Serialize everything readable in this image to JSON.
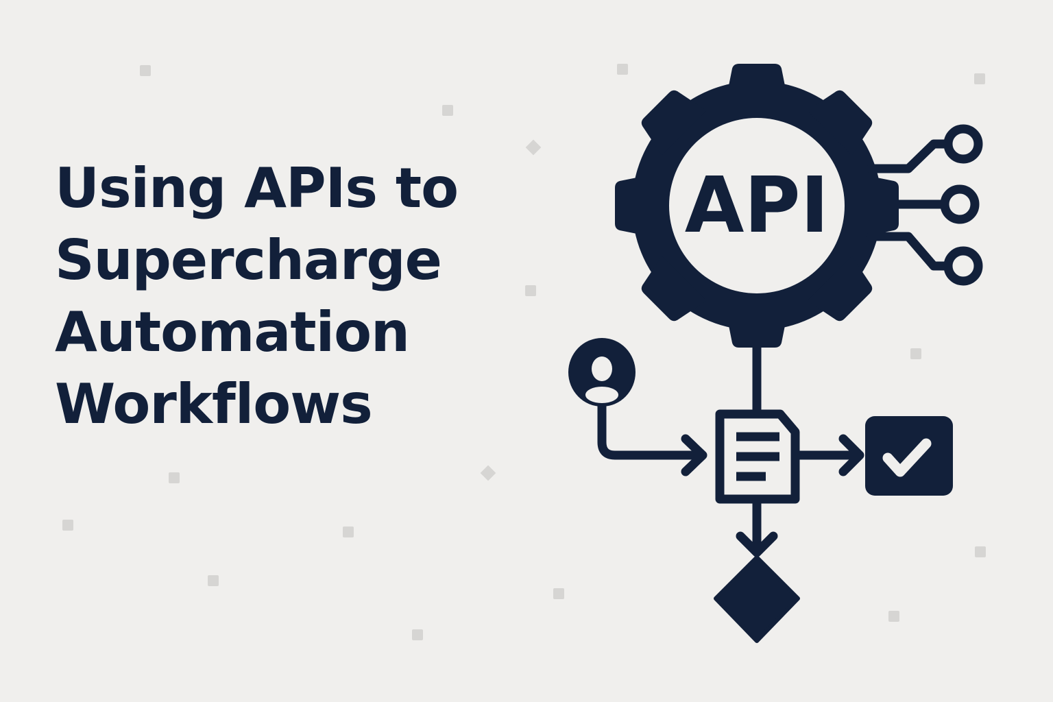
{
  "title": {
    "lines": [
      "Using APIs to",
      "Supercharge",
      "Automation",
      "Workflows"
    ]
  },
  "graphic": {
    "gear_label": "API",
    "icons": [
      "gear-icon",
      "circuit-nodes-icon",
      "user-icon",
      "document-icon",
      "checkbox-check-icon",
      "decision-diamond-icon",
      "arrow-icon"
    ]
  },
  "colors": {
    "background": "#f0efed",
    "primary": "#12203a",
    "decor": "#d6d5d3"
  }
}
